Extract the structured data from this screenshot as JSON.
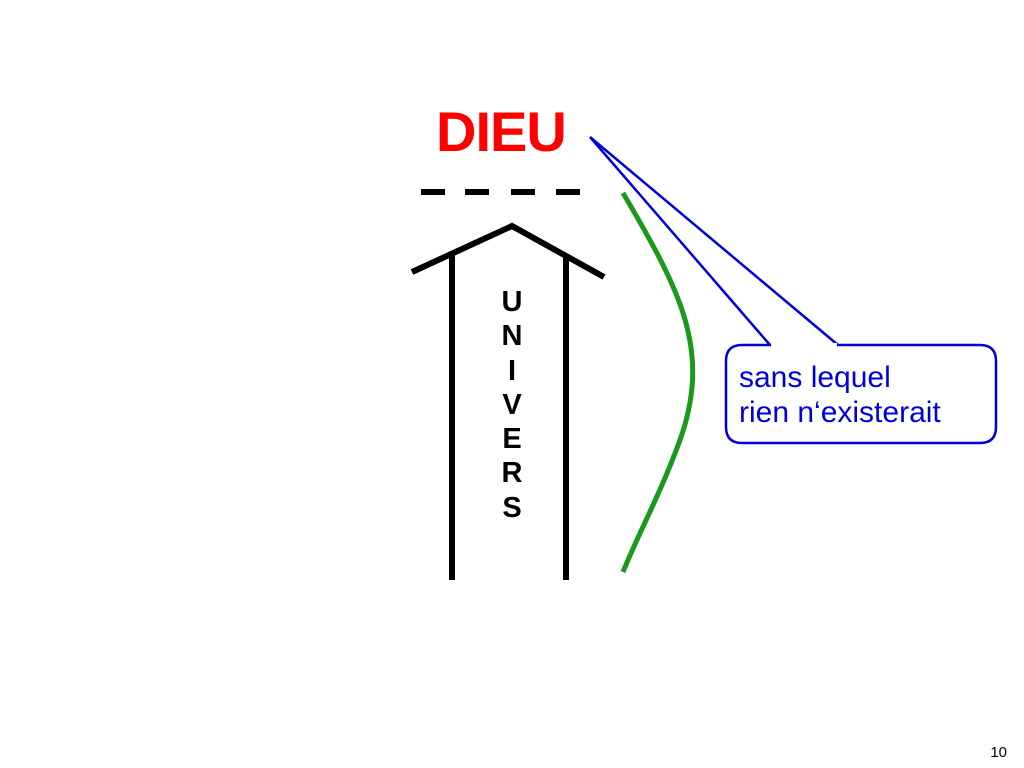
{
  "slide": {
    "title": "DIEU",
    "arrow_label_letters": [
      "U",
      "N",
      "I",
      "V",
      "E",
      "R",
      "S"
    ],
    "callout": {
      "lines": [
        "sans lequel",
        "rien n‘existerait"
      ]
    },
    "page_number": "10"
  },
  "colors": {
    "title": "#ff0000",
    "arrow": "#000000",
    "dashes": "#000000",
    "curve": "#1a9a1a",
    "callout": "#0000dd",
    "background": "#ffffff"
  }
}
